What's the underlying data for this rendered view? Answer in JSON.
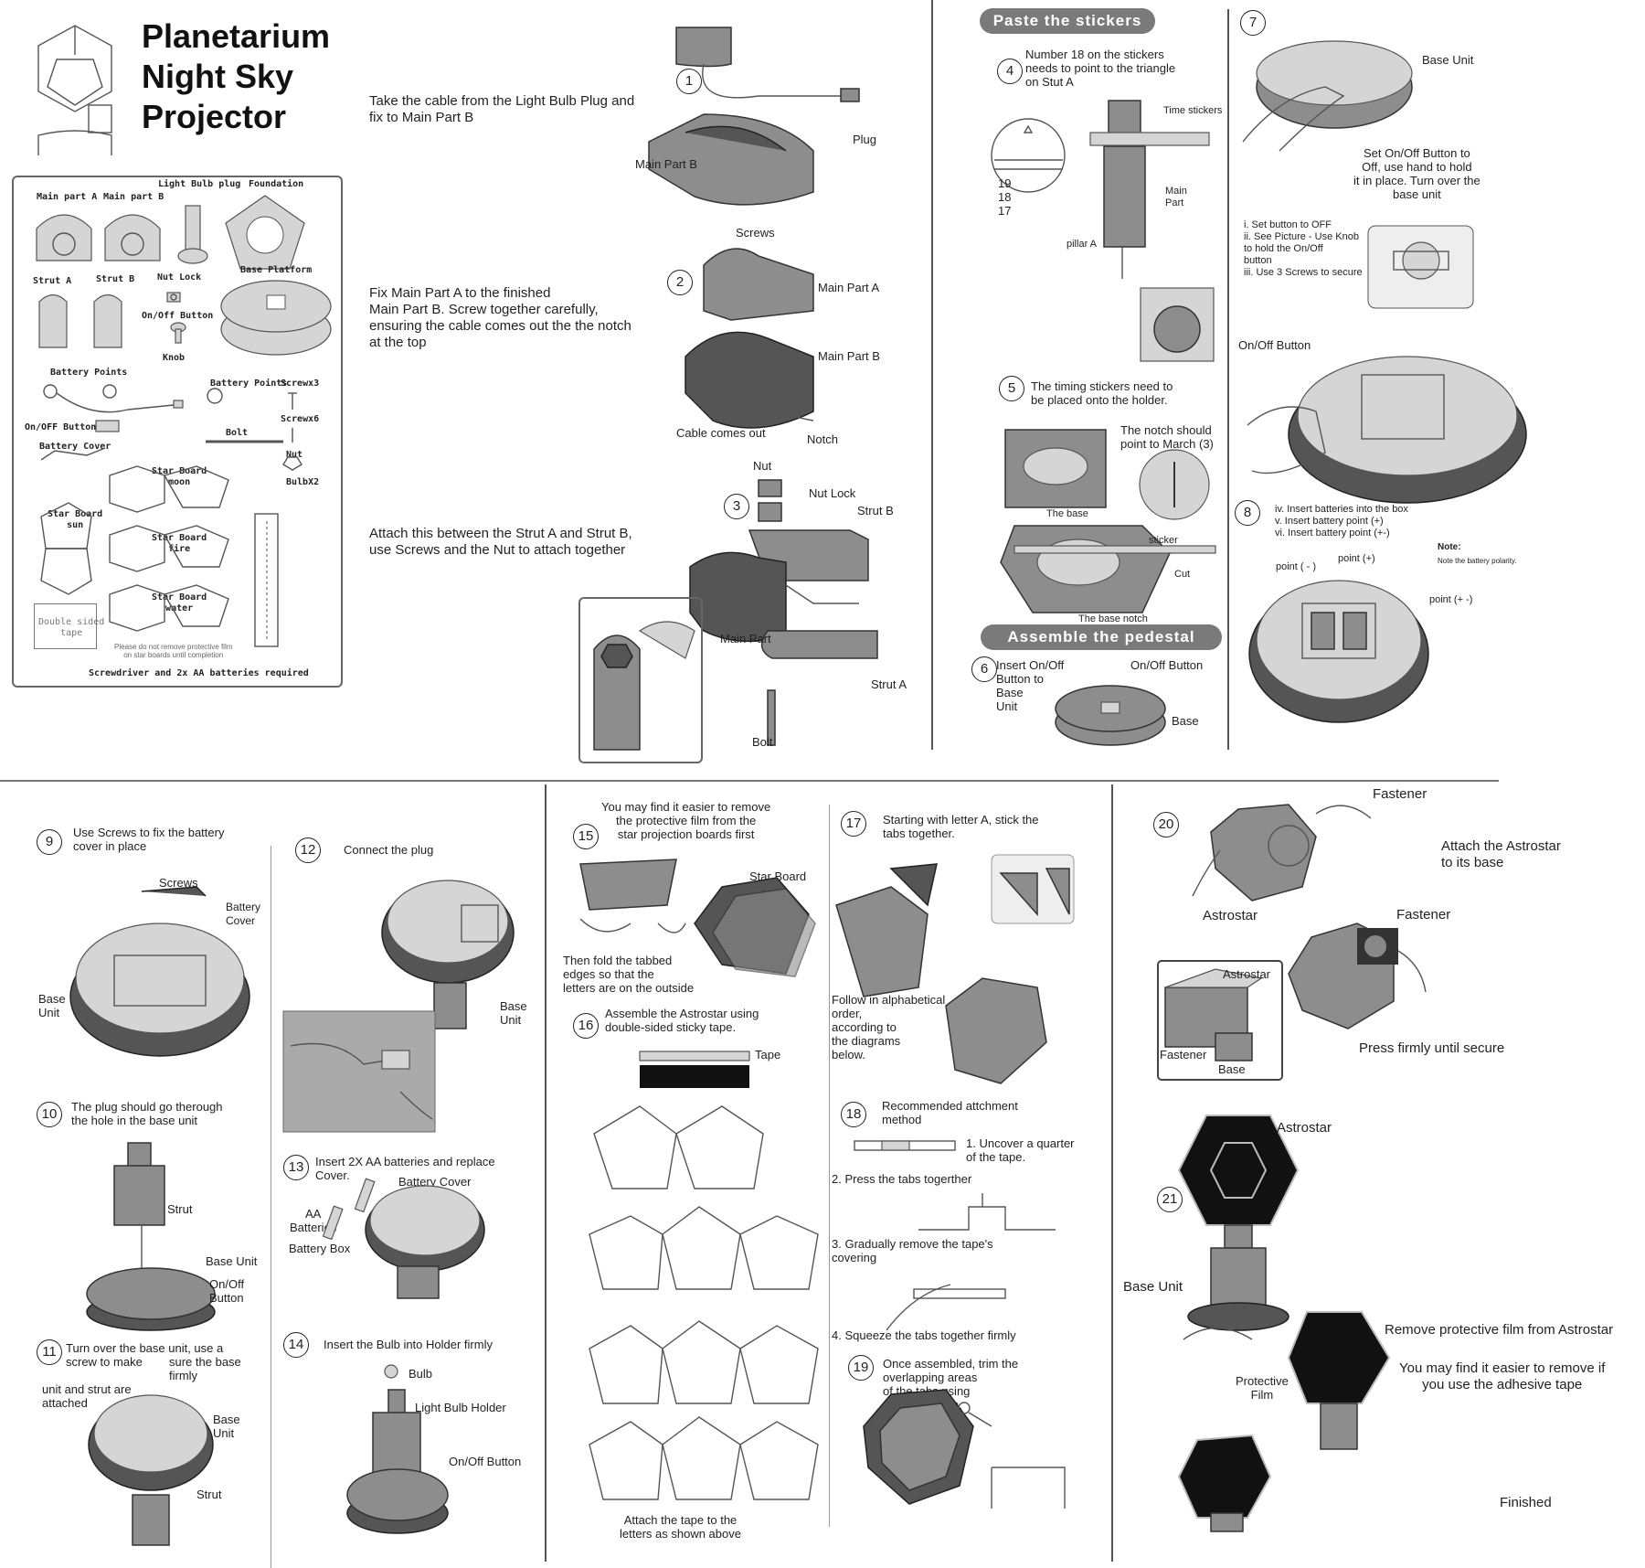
{
  "header": {
    "title_lines": [
      "Planetarium",
      "Night Sky",
      "Projector"
    ]
  },
  "parts": {
    "main_part_a": "Main part A",
    "main_part_b": "Main part B",
    "light_bulb_plug": "Light Bulb plug",
    "foundation": "Foundation",
    "strut_a": "Strut A",
    "strut_b": "Strut B",
    "nut_lock": "Nut Lock",
    "on_off_button": "On/Off Button",
    "base_platform": "Base Platform",
    "knob": "Knob",
    "battery_points": "Battery Points",
    "battery_points_2": "Battery Points",
    "screws3": "Screwx3",
    "screws6": "Screwx6",
    "on_off_button_2": "On/OFF Button",
    "bolt": "Bolt",
    "nut": "Nut",
    "battery_cover": "Battery Cover",
    "bulbx2": "BulbX2",
    "star_board_moon": "Star Board\nmoon",
    "star_board_sun": "Star Board\nsun",
    "star_board_fire": "Star Board\nfire",
    "star_board_water": "Star Board\nwater",
    "double_sided_tape": "Double sided\ntape",
    "film_note": "Please do not remove protective film\non star boards until completion",
    "required": "Screwdriver and 2x AA batteries required"
  },
  "step1": {
    "num": "1",
    "text": "Take the cable from the Light Bulb Plug and\nfix to Main Part B",
    "plug": "Plug",
    "main_part_b": "Main Part B"
  },
  "step2": {
    "num": "2",
    "text": "Fix Main Part A to the finished\nMain Part B. Screw together carefully,\nensuring the cable comes out the the notch\nat the top",
    "screws": "Screws",
    "main_part_a": "Main Part A",
    "main_part_b": "Main Part B",
    "cable": "Cable comes out",
    "notch": "Notch"
  },
  "step3": {
    "num": "3",
    "text": "Attach this between the Strut A and Strut B,\nuse Screws and the Nut to attach together",
    "nut": "Nut",
    "nut_lock": "Nut Lock",
    "strut_b": "Strut B",
    "main_part": "Main Part",
    "strut_a": "Strut A",
    "bolt": "Bolt"
  },
  "stickers": {
    "heading": "Paste the stickers",
    "step4_num": "4",
    "step4_text": "Number 18 on the stickers\nneeds to point to the triangle\non Stut A",
    "time_stickers": "Time stickers",
    "main_part": "Main\nPart",
    "pillar_a": "pillar A",
    "scale": [
      "19",
      "18",
      "17"
    ],
    "step5_num": "5",
    "step5_text": "The timing stickers need to\nbe placed onto the holder.",
    "notch_point": "The notch should\npoint to March (3)",
    "the_base": "The base",
    "sticker": "sticker",
    "cut": "Cut",
    "base_notch": "The base notch"
  },
  "pedestal": {
    "heading": "Assemble the pedestal",
    "step6_num": "6",
    "step6_text": "Insert On/Off\nButton to\nBase\nUnit",
    "on_off": "On/Off Button",
    "base": "Base"
  },
  "step7": {
    "num": "7",
    "base_unit": "Base Unit",
    "text": "Set On/Off Button to\nOff, use hand to hold\nit in place. Turn over the\nbase unit",
    "list": "i. Set button to OFF\nii. See Picture - Use Knob\nto hold the On/Off\nbutton\niii. Use 3 Screws to secure",
    "on_off": "On/Off Button"
  },
  "step8": {
    "num": "8",
    "list": "iv. Insert batteries into the box\nv. Insert battery point (+)\nvi. Insert battery point (+-)",
    "note_title": "Note:",
    "note": "Note the battery polarity.",
    "point_minus": "point ( - )",
    "point_plus": "point (+)",
    "point_pm": "point (+ -)"
  },
  "step9": {
    "num": "9",
    "text": "Use Screws to fix the battery\ncover in place",
    "screws": "Screws",
    "battery_cover": "Battery\nCover",
    "base_unit": "Base\nUnit"
  },
  "step10": {
    "num": "10",
    "text": "The plug should go therough\nthe hole in the base unit",
    "strut": "Strut",
    "base_unit": "Base Unit",
    "on_off": "On/Off\nButton"
  },
  "step11": {
    "num": "11",
    "text_a": "Turn over the base unit, use a\nscrew to make",
    "text_b": "sure the base\nfirmly",
    "text_c": "unit and strut are\nattached",
    "base_unit": "Base\nUnit",
    "strut": "Strut"
  },
  "step12": {
    "num": "12",
    "text": "Connect the plug",
    "base_unit": "Base\nUnit"
  },
  "step13": {
    "num": "13",
    "text": "Insert 2X AA batteries and replace\nCover.",
    "battery_cover": "Battery Cover",
    "aa": "AA\nBatteries",
    "battery_box": "Battery Box"
  },
  "step14": {
    "num": "14",
    "text": "Insert the Bulb into Holder firmly",
    "bulb": "Bulb",
    "holder": "Light Bulb Holder",
    "on_off": "On/Off Button"
  },
  "step15": {
    "num": "15",
    "text": "You may find it easier to remove\nthe protective film from the\nstar projection boards first",
    "star_board": "Star Board",
    "fold": "Then fold the tabbed\nedges so that the\nletters are on the outside"
  },
  "step16": {
    "num": "16",
    "text": "Assemble the Astrostar using\ndouble-sided sticky tape.",
    "tape": "Tape",
    "bottom": "Attach the tape to the\nletters as shown above"
  },
  "step17": {
    "num": "17",
    "text": "Starting with letter A, stick the\ntabs together.",
    "follow": "Follow in alphabetical\norder,\naccording to\nthe diagrams\nbelow."
  },
  "step18": {
    "num": "18",
    "text": "Recommended attchment\nmethod",
    "s1": "1. Uncover a quarter\nof the tape.",
    "s2": "2. Press the tabs togerther",
    "s3": "3. Gradually remove the tape's\ncovering",
    "s4": "4. Squeeze the tabs together firmly"
  },
  "step19": {
    "num": "19",
    "text": "Once assembled, trim the\noverlapping areas\nof the tabs using\nsharp scissors."
  },
  "step20": {
    "num": "20",
    "fastener": "Fastener",
    "attach": "Attach the Astrostar\nto its base",
    "astrostar": "Astrostar",
    "fastener2": "Fastener",
    "inset_astrostar": "Astrostar",
    "inset_fastener": "Fastener",
    "inset_base": "Base",
    "press": "Press firmly until secure"
  },
  "step21": {
    "num": "21",
    "astrostar": "Astrostar",
    "base_unit": "Base Unit",
    "remove": "Remove protective film from Astrostar",
    "easier": "You may find it easier to remove if\nyou use the adhesive tape",
    "protective_film": "Protective\nFilm",
    "finished": "Finished"
  }
}
